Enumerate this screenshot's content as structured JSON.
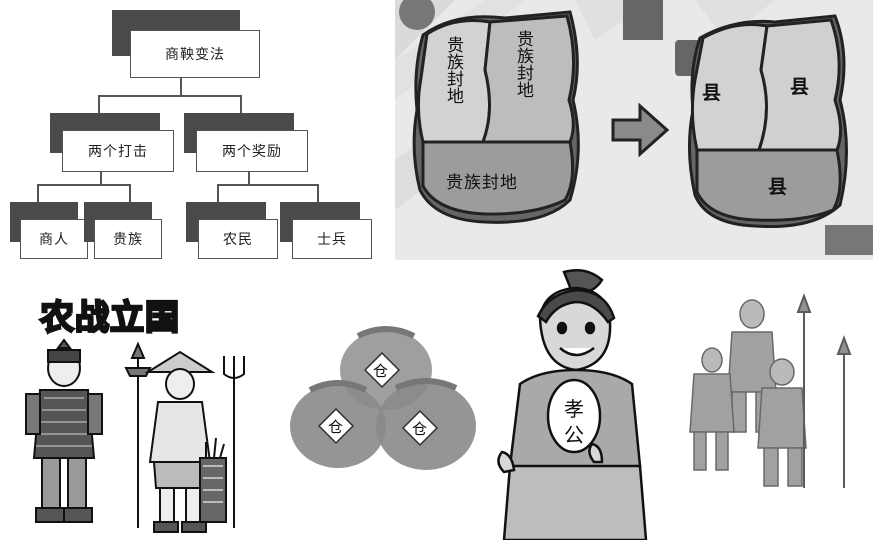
{
  "diagram": {
    "root": "商鞅变法",
    "branches": [
      {
        "label": "两个打击",
        "children": [
          "商人",
          "贵族"
        ]
      },
      {
        "label": "两个奖励",
        "children": [
          "农民",
          "士兵"
        ]
      }
    ]
  },
  "map_panel": {
    "before_regions": [
      "贵族封地",
      "贵族封地",
      "贵族封地"
    ],
    "after_regions": [
      "县",
      "县",
      "县"
    ]
  },
  "agri_war": {
    "title": "农战立国"
  },
  "granary": {
    "labels": [
      "仓",
      "仓",
      "仓"
    ]
  },
  "duke": {
    "badge_line1": "孝",
    "badge_line2": "公"
  }
}
